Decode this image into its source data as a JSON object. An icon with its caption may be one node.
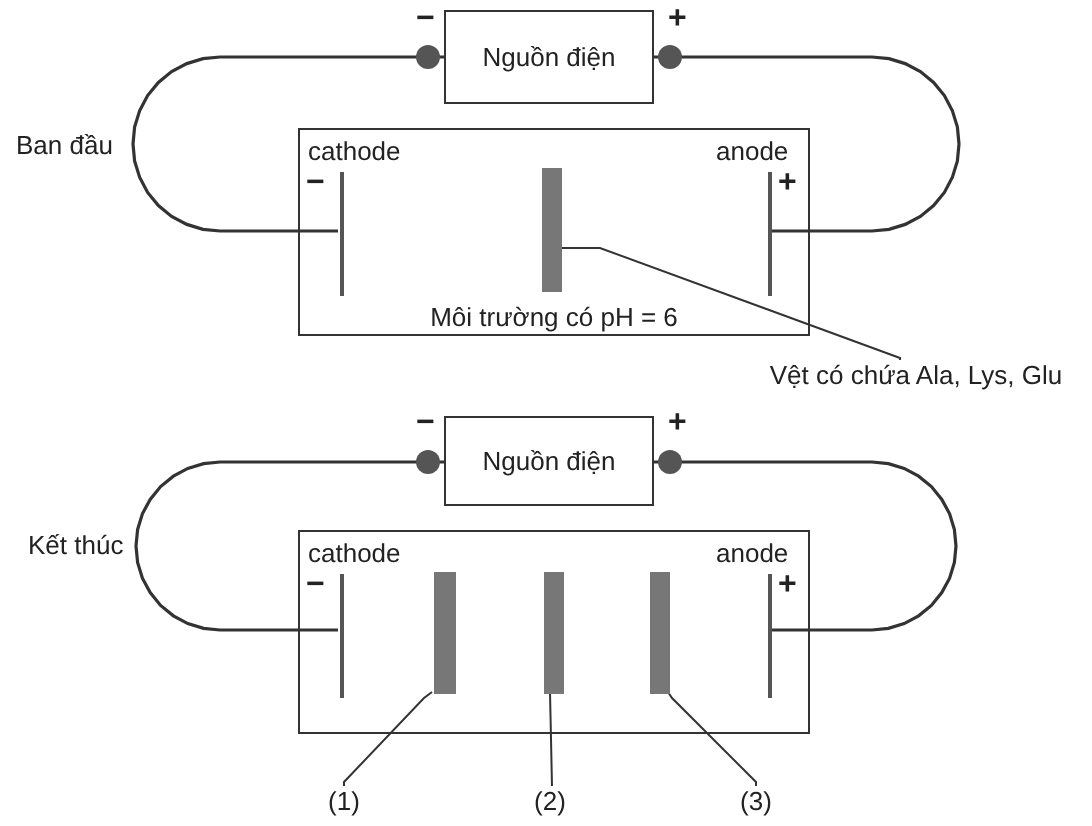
{
  "diagram": {
    "nodes": [
      {
        "text": [
          "Nguồn điện"
        ],
        "beside": [
          "−",
          "+"
        ]
      },
      {
        "text": [
          "Môi trường có pH = 6"
        ]
      },
      {
        "text": [],
        "shape": "bar",
        "in": 1,
        "beside": [
          "cathode",
          "−"
        ]
      },
      {
        "text": [],
        "shape": "bar",
        "in": 1,
        "beside": [
          "anode",
          "+"
        ]
      },
      {
        "text": [],
        "shape": "bar",
        "in": 1
      },
      {
        "text": [
          "Vệt có chứa Ala, Lys, Glu"
        ]
      },
      {
        "text": [
          "Nguồn điện"
        ],
        "beside": [
          "−",
          "+"
        ]
      },
      {
        "text": [],
        "shape": "box"
      },
      {
        "text": [],
        "shape": "bar",
        "in": 7,
        "beside": [
          "cathode",
          "−"
        ]
      },
      {
        "text": [],
        "shape": "bar",
        "in": 7,
        "beside": [
          "anode",
          "+"
        ]
      },
      {
        "text": [],
        "shape": "bar",
        "in": 7
      },
      {
        "text": [],
        "shape": "bar",
        "in": 7
      },
      {
        "text": [],
        "shape": "bar",
        "in": 7
      },
      {
        "text": [
          "(1)"
        ]
      },
      {
        "text": [
          "(2)"
        ]
      },
      {
        "text": [
          "(3)"
        ]
      }
    ],
    "edges": [
      {
        "from": 0,
        "to": 2,
        "arrow": "none"
      },
      {
        "from": 0,
        "to": 3,
        "arrow": "none"
      },
      {
        "from": 5,
        "to": 4,
        "arrow": "none"
      },
      {
        "from": 6,
        "to": 8,
        "arrow": "none"
      },
      {
        "from": 6,
        "to": 9,
        "arrow": "none"
      },
      {
        "from": 13,
        "to": 10,
        "arrow": "none"
      },
      {
        "from": 14,
        "to": 11,
        "arrow": "none"
      },
      {
        "from": 15,
        "to": 12,
        "arrow": "none"
      }
    ],
    "labels": [
      "Ban đầu",
      "Kết thúc"
    ]
  }
}
